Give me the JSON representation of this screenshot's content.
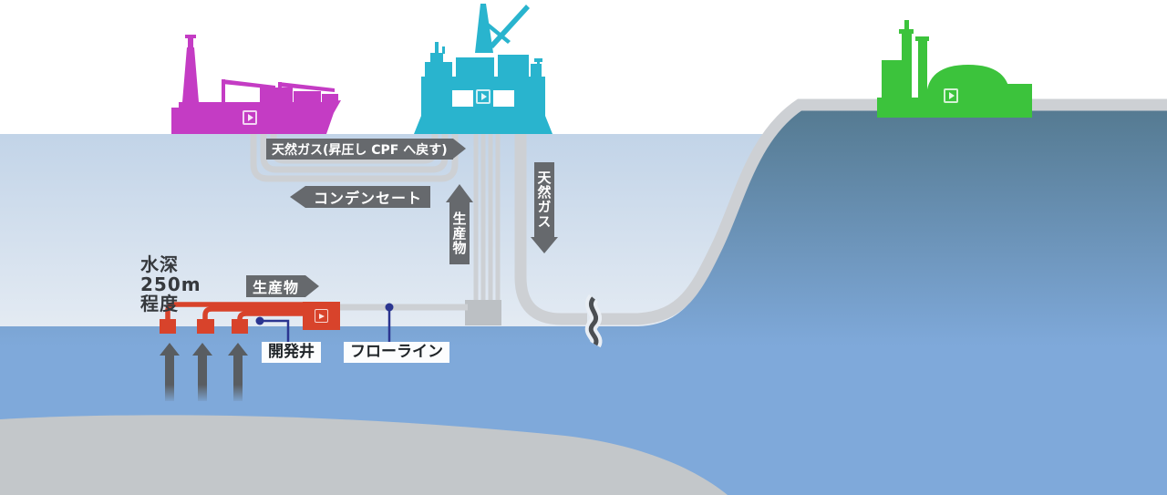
{
  "labels": {
    "gas_return": "天然ガス(昇圧し CPF へ戻す)",
    "condensate": "コンデンセート",
    "product_vertical": "生産物",
    "natural_gas": "天然ガス",
    "product_horizontal": "生産物",
    "water_depth": "水深\n250m\n程度",
    "development_well": "開発井",
    "flowline": "フローライン"
  },
  "facilities": {
    "fpso": {
      "icon": "fpso-vessel-icon",
      "color": "#c43cc4",
      "has_play_button": true
    },
    "cpf": {
      "icon": "cpf-platform-icon",
      "color": "#29b4ce",
      "has_play_button": true
    },
    "onshore_plant": {
      "icon": "onshore-plant-icon",
      "color": "#3cc33c",
      "has_play_button": true
    },
    "subsea_manifold": {
      "icon": "subsea-manifold-icon",
      "color": "#d8432b",
      "has_play_button": true
    }
  },
  "colors": {
    "water_top": "#c2d4e8",
    "water_bottom": "#edf1f6",
    "seabed_ground": "#7fa9da",
    "land_dark": "#53788e",
    "sediment_layer": "#c3c7ca",
    "pipeline_gray": "#cdd0d4",
    "arrow_label_gray": "#66696d",
    "callout_navy": "#2b3590",
    "well_red": "#d8432b",
    "flow_arrow_gray": "#54585c",
    "depth_text": "#36393d"
  }
}
